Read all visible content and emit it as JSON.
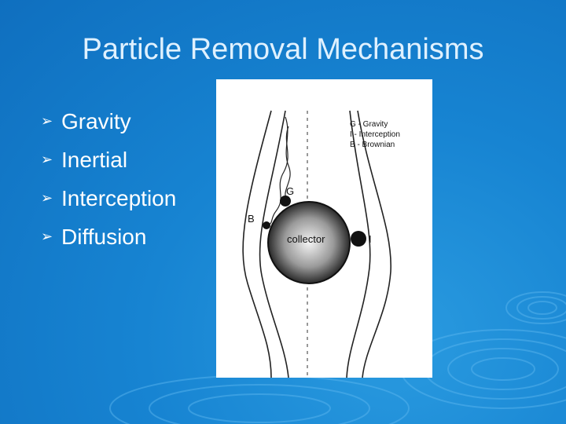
{
  "slide": {
    "title": "Particle Removal Mechanisms",
    "bullets": [
      "Gravity",
      "Inertial",
      "Interception",
      "Diffusion"
    ]
  },
  "figure": {
    "legend": [
      "G - Gravity",
      "I - Interception",
      "B - Brownian"
    ],
    "collector_label": "collector",
    "labels": {
      "g": "G",
      "b": "B",
      "i": "I"
    }
  },
  "colors": {
    "background": "#1784d2",
    "title": "#dff1ff",
    "text": "#ffffff"
  },
  "icons": {
    "bullet": "arrow-right-icon"
  }
}
